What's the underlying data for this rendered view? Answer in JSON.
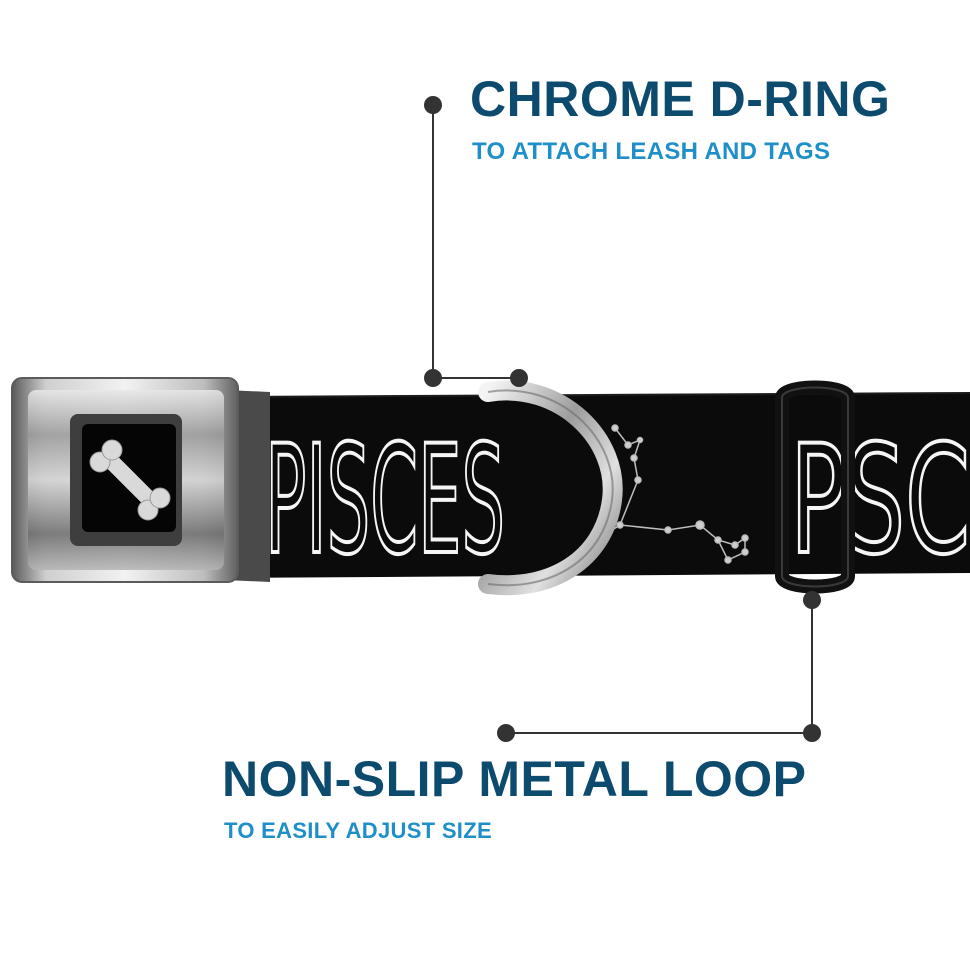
{
  "callouts": [
    {
      "title": "CHROME D-RING",
      "subtitle": "TO ATTACH LEASH AND TAGS"
    },
    {
      "title": "NON-SLIP METAL LOOP",
      "subtitle": "TO EASILY ADJUST SIZE"
    }
  ],
  "strap": {
    "print_text_1": "PISCES",
    "print_text_2": "PSC"
  },
  "colors": {
    "title": "#0d4b6e",
    "subtitle": "#1f8fc9",
    "leader_line": "#333333",
    "strap": "#0b0b0b",
    "buckle": "#8a8a8a"
  },
  "icons": {
    "buckle_logo": "bone-icon",
    "hardware": "d-ring",
    "slider": "metal-loop",
    "pattern": "constellation"
  }
}
